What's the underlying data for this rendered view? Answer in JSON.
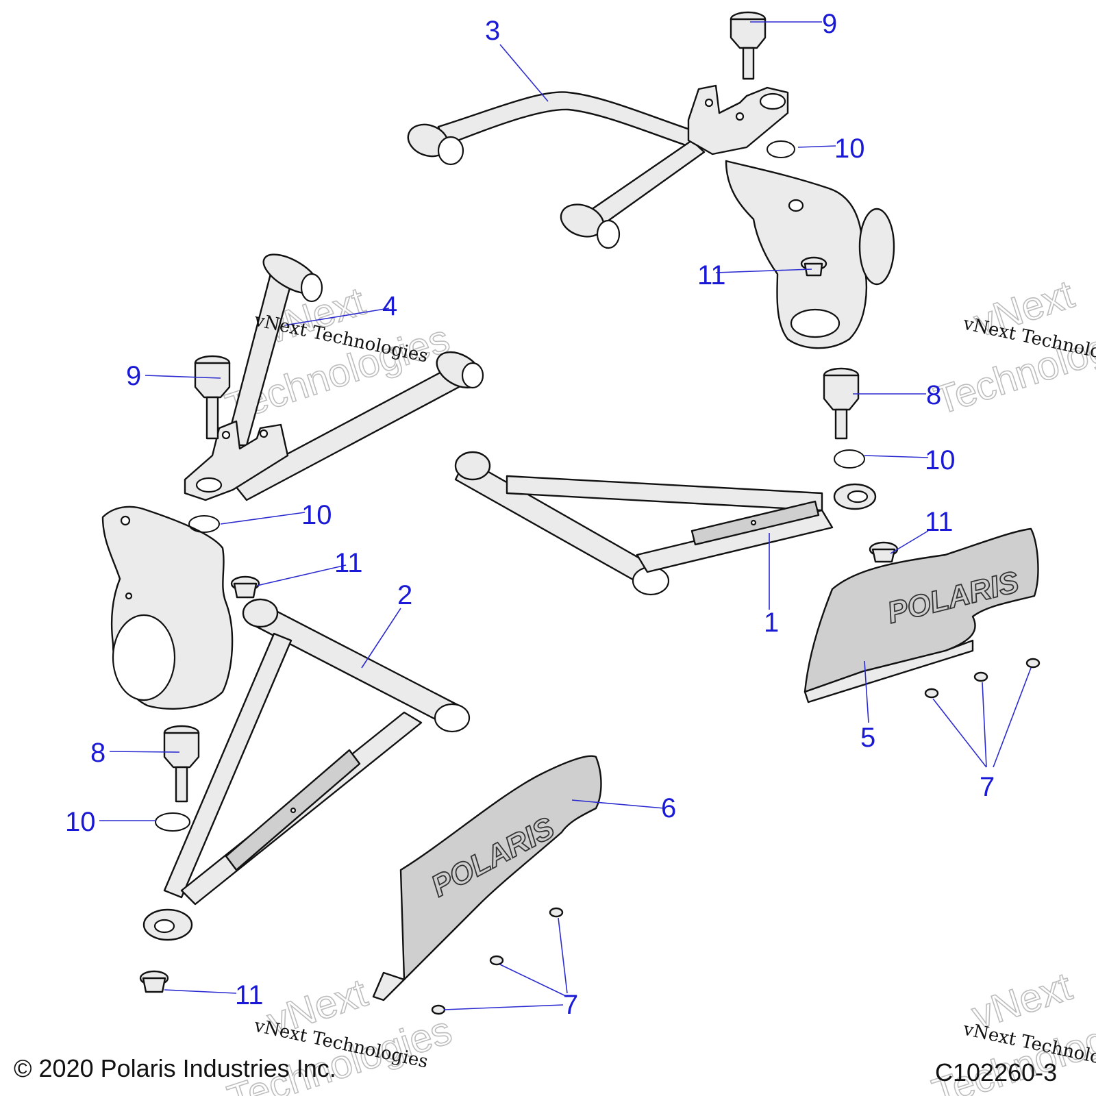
{
  "callouts": [
    "1",
    "2",
    "3",
    "4",
    "5",
    "6",
    "7",
    "8",
    "9",
    "10",
    "11"
  ],
  "watermark": {
    "line1": "vNext",
    "line2": "Technologies",
    "small": "vNext Technologies"
  },
  "logo_text": "POLARIS",
  "footer": {
    "copyright": "© 2020 Polaris Industries Inc.",
    "code": "C102260-3"
  }
}
